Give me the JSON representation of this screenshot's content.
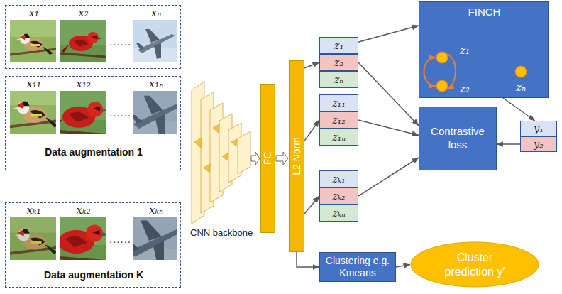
{
  "diagram": {
    "nodes": [
      {
        "text": [
          "x₁",
          "x₂",
          "......",
          "xₙ"
        ]
      },
      {
        "text": [
          "x₁₁",
          "x₁₂",
          "......",
          "x₁ₙ",
          "Data augmentation 1"
        ]
      },
      {
        "text": [
          "xₖ₁",
          "xₖ₂",
          "......",
          "xₖₙ",
          "Data augmentation K"
        ]
      },
      {
        "text": [
          "FC"
        ]
      },
      {
        "text": [
          "L2 Norm"
        ]
      },
      {
        "text": [
          "z₁"
        ]
      },
      {
        "text": [
          "z₂"
        ]
      },
      {
        "text": [
          "zₙ"
        ]
      },
      {
        "text": [
          "z₁₁"
        ]
      },
      {
        "text": [
          "z₁₂"
        ]
      },
      {
        "text": [
          "z₁ₙ"
        ]
      },
      {
        "text": [
          "zₖ₁"
        ]
      },
      {
        "text": [
          "zₖ₂"
        ]
      },
      {
        "text": [
          "zₖₙ"
        ]
      },
      {
        "text": [
          "FINCH"
        ]
      },
      {
        "text": [
          "z₁"
        ],
        "in": 14
      },
      {
        "text": [
          "z₂"
        ],
        "in": 14
      },
      {
        "text": [
          "zₙ"
        ],
        "in": 14
      },
      {
        "text": [
          "Contrastive loss"
        ]
      },
      {
        "text": [
          "y₁"
        ]
      },
      {
        "text": [
          "y₂"
        ]
      },
      {
        "text": [
          "Clustering e.g. Kmeans"
        ]
      },
      {
        "text": [
          "Cluster prediction y′"
        ]
      }
    ],
    "edges": [
      {
        "from": 3,
        "to": 4,
        "arrow": "to"
      },
      {
        "from": 4,
        "to": 6,
        "arrow": "to"
      },
      {
        "from": 4,
        "to": 9,
        "arrow": "to"
      },
      {
        "from": 4,
        "to": 12,
        "arrow": "to"
      },
      {
        "from": 4,
        "to": 21,
        "arrow": "to"
      },
      {
        "from": 5,
        "to": 14,
        "arrow": "to"
      },
      {
        "from": 6,
        "to": 18,
        "arrow": "to"
      },
      {
        "from": 9,
        "to": 18,
        "arrow": "to"
      },
      {
        "from": 12,
        "to": 18,
        "arrow": "to"
      },
      {
        "from": 14,
        "to": 19,
        "arrow": "to"
      },
      {
        "from": 20,
        "to": 18,
        "arrow": "to"
      },
      {
        "from": 21,
        "to": 22,
        "arrow": "to"
      },
      {
        "from": 15,
        "to": 16,
        "arrow": "both"
      }
    ],
    "labels": [
      "CNN backbone"
    ]
  }
}
